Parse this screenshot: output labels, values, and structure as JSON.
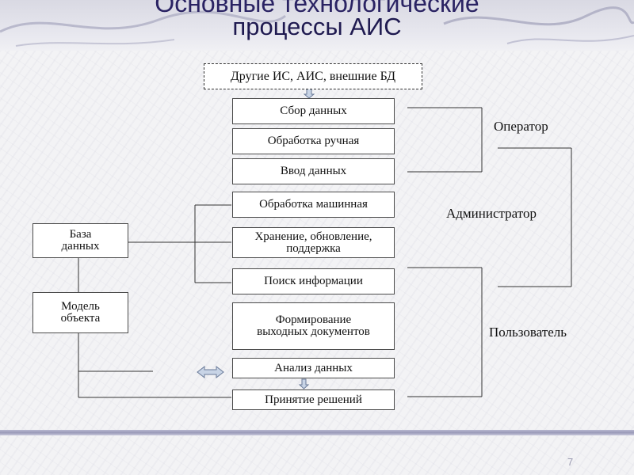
{
  "title": {
    "line1": "Основные технологические",
    "line2": "процессы АИС"
  },
  "source_box": "Другие ИС, АИС, внешние БД",
  "process_boxes": {
    "collection": "Сбор данных",
    "manual_processing": "Обработка ручная",
    "data_input": "Ввод данных",
    "machine_processing": "Обработка машинная",
    "storage": "Хранение, обновление, поддержка",
    "search": "Поиск информации",
    "output_docs": "Формирование выходных документов",
    "analysis": "Анализ данных",
    "decisions": "Принятие решений"
  },
  "left_boxes": {
    "database": "База данных",
    "object_model": "Модель объекта"
  },
  "roles": {
    "operator": "Оператор",
    "administrator": "Администратор",
    "user": "Пользователь"
  },
  "page_number": "7"
}
